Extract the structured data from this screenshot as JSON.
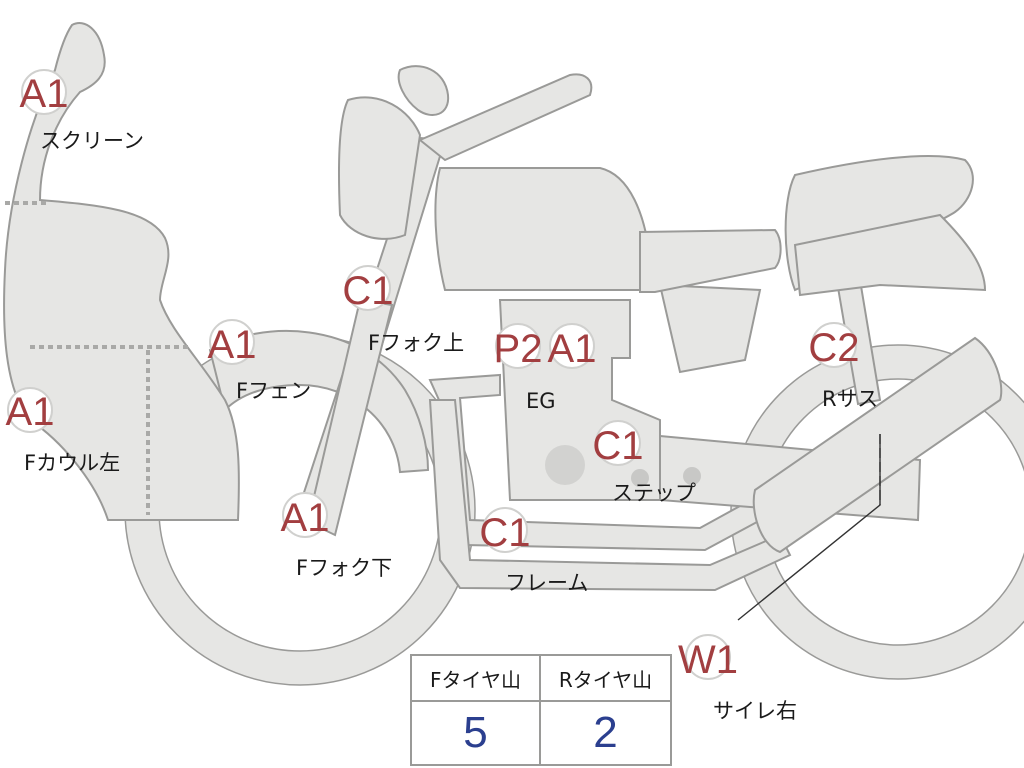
{
  "badges": [
    {
      "code": "A1",
      "label": "スクリーン"
    },
    {
      "code": "A1",
      "label": "Fカウル左"
    },
    {
      "code": "A1",
      "label": "Fフェン"
    },
    {
      "code": "C1",
      "label": "Fフォク上"
    },
    {
      "code": "A1",
      "label": "Fフォク下"
    },
    {
      "code": "P2",
      "label": "EG"
    },
    {
      "code": "A1",
      "label": ""
    },
    {
      "code": "C1",
      "label": "ステップ"
    },
    {
      "code": "C1",
      "label": "フレーム"
    },
    {
      "code": "C2",
      "label": "Rサス"
    },
    {
      "code": "W1",
      "label": "サイレ右"
    }
  ],
  "tire_table": {
    "headers": [
      "Fタイヤ山",
      "Rタイヤ山"
    ],
    "values": [
      "5",
      "2"
    ]
  },
  "colors": {
    "body_fill": "#e6e6e4",
    "outline": "#9a9a98",
    "badge_text": "#a23e40",
    "value_text": "#2b3f8f"
  }
}
